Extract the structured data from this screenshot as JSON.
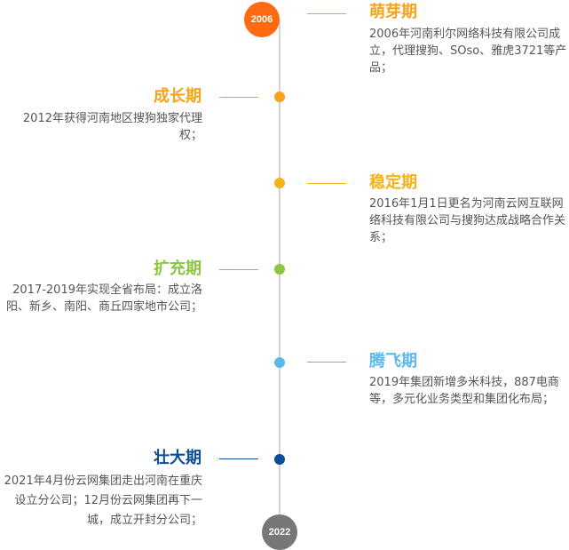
{
  "timeline": {
    "start_year": "2006",
    "end_year": "2022",
    "colors": {
      "start_badge": "#ff6a13",
      "end_badge": "#777777",
      "axis": "#d4d4d4"
    },
    "stages": [
      {
        "title": "萌芽期",
        "color": "#f5a31a",
        "side": "right",
        "description": "2006年河南利尔网络科技有限公司成立，代理搜狗、SOso、雅虎3721等产品；"
      },
      {
        "title": "成长期",
        "color": "#f5a31a",
        "side": "left",
        "description": "2012年获得河南地区搜狗独家代理权；"
      },
      {
        "title": "稳定期",
        "color": "#f5b21a",
        "side": "right",
        "description": "2016年1月1日更名为河南云网互联网络科技有限公司与搜狗达成战略合作关系；"
      },
      {
        "title": "扩充期",
        "color": "#8cc63f",
        "side": "left",
        "description": "2017-2019年实现全省布局：成立洛阳、新乡、南阳、商丘四家地市公司；"
      },
      {
        "title": "腾飞期",
        "color": "#5bb9ea",
        "side": "right",
        "description": "2019年集团新增多米科技，887电商等，多元化业务类型和集团化布局；"
      },
      {
        "title": "壮大期",
        "color": "#0d4c96",
        "side": "left",
        "description": "2021年4月份云网集团走出河南在重庆设立分公司；12月份云网集团再下一城，成立开封分公司；"
      }
    ]
  }
}
